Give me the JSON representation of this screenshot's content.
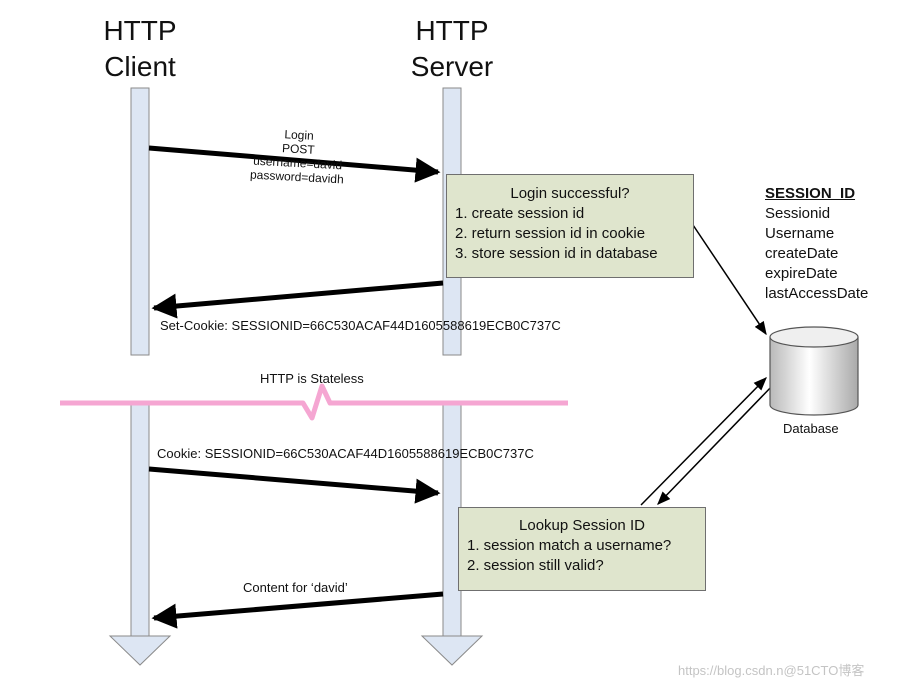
{
  "actors": {
    "client": {
      "line1": "HTTP",
      "line2": "Client"
    },
    "server": {
      "line1": "HTTP",
      "line2": "Server"
    }
  },
  "messages": {
    "login_request": [
      "Login",
      "POST",
      "username=david",
      "password=davidh"
    ],
    "set_cookie": "Set-Cookie: SESSIONID=66C530ACAF44D1605588619ECB0C737C",
    "stateless": "HTTP is Stateless",
    "cookie": "Cookie: SESSIONID=66C530ACAF44D1605588619ECB0C737C",
    "content": "Content for ‘david’"
  },
  "login_box": {
    "title": "Login successful?",
    "items": [
      "1. create session id",
      "2. return session id in cookie",
      "3. store session id in database"
    ]
  },
  "lookup_box": {
    "title": "Lookup Session ID",
    "items": [
      "1.  session match a username?",
      "2.  session still valid?"
    ]
  },
  "session_table": {
    "title": "SESSION_ID",
    "fields": [
      "Sessionid",
      "Username",
      "createDate",
      "expireDate",
      "lastAccessDate"
    ]
  },
  "database": {
    "label": "Database"
  },
  "watermark": "https://blog.csdn.n@51CTO博客",
  "colors": {
    "lifeline_fill": "#dde6f3",
    "lifeline_stroke": "#8a8a8a",
    "box_fill": "#dfe5cd",
    "stateless_line": "#f5a6d2",
    "arrow": "#000000"
  }
}
